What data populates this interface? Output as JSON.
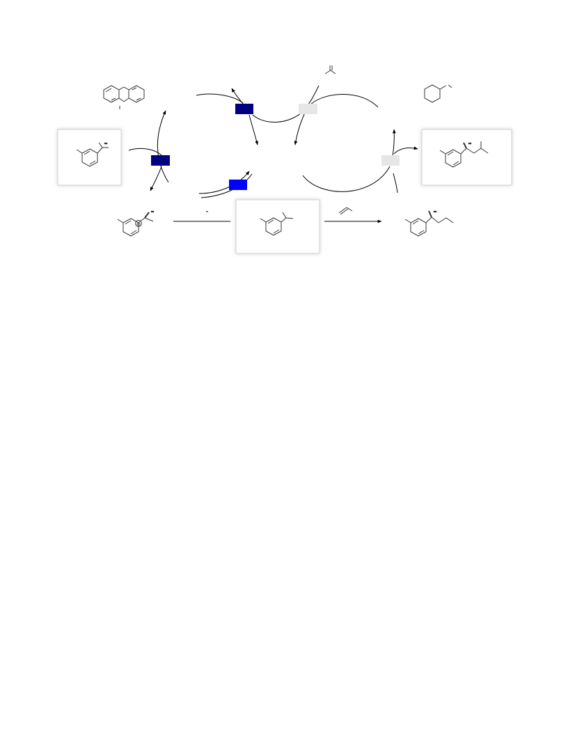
{
  "diagram": {
    "colors": {
      "stroke": "#000000",
      "molecule_stroke": "#333333",
      "panel_border": "#d2d2d2",
      "label_navy": "#000080",
      "label_blue": "#0000ff",
      "label_gray": "#e6e6e6"
    },
    "nodes": [
      {
        "id": "dibenzo-heterocycle",
        "kind": "molecule"
      },
      {
        "id": "alkene-reagent",
        "kind": "molecule"
      },
      {
        "id": "cyclohexyl-fragment",
        "kind": "molecule"
      },
      {
        "id": "cumyl-radical",
        "kind": "molecule",
        "highlighted": true
      },
      {
        "id": "extended-product",
        "kind": "molecule",
        "highlighted": true
      },
      {
        "id": "cumyl-anion",
        "kind": "molecule",
        "charge": "⊖"
      },
      {
        "id": "substrate",
        "kind": "molecule",
        "highlighted": true
      },
      {
        "id": "alkylated-product",
        "kind": "molecule"
      }
    ],
    "labels": [
      {
        "id": "label-left-cycle",
        "color": "navy"
      },
      {
        "id": "label-top-left",
        "color": "navy"
      },
      {
        "id": "label-center",
        "color": "blue"
      },
      {
        "id": "label-top-right",
        "color": "gray"
      },
      {
        "id": "label-right-cycle",
        "color": "gray"
      }
    ]
  }
}
